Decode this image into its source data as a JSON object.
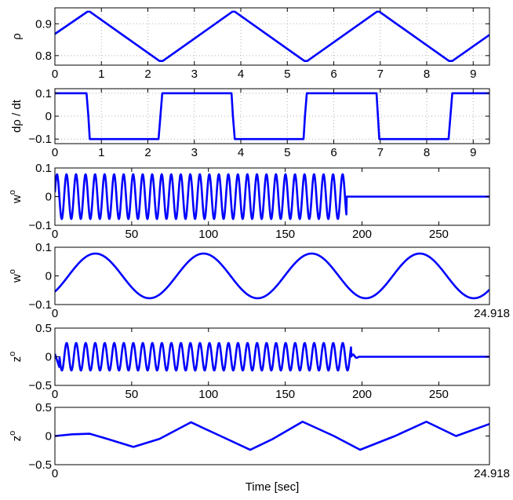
{
  "figure": {
    "xlabel": "Time [sec]",
    "line_color": "#0000ff"
  },
  "chart_data": [
    {
      "type": "line",
      "title": "",
      "ylabel": "ρ",
      "xlabel": "",
      "xlim": [
        0,
        9.35
      ],
      "ylim": [
        0.77,
        0.95
      ],
      "xticks": [
        0,
        1,
        2,
        3,
        4,
        5,
        6,
        7,
        8,
        9
      ],
      "xtick_labels": [
        "0",
        "1",
        "2",
        "3",
        "4",
        "5",
        "6",
        "7",
        "8",
        "9"
      ],
      "yticks": [
        0.8,
        0.9
      ],
      "ytick_labels": [
        "0.8",
        "0.9"
      ],
      "grid": true,
      "series": [
        {
          "name": "rho",
          "x": [
            0,
            0.7,
            0.75,
            2.25,
            2.32,
            3.82,
            3.87,
            5.37,
            5.43,
            6.93,
            6.98,
            8.48,
            8.55,
            9.35
          ],
          "y": [
            0.868,
            0.938,
            0.938,
            0.783,
            0.783,
            0.938,
            0.938,
            0.783,
            0.783,
            0.938,
            0.938,
            0.783,
            0.783,
            0.865
          ]
        }
      ]
    },
    {
      "type": "line",
      "title": "",
      "ylabel": "dρ / dt",
      "xlabel": "",
      "xlim": [
        0,
        9.35
      ],
      "ylim": [
        -0.12,
        0.12
      ],
      "xticks": [
        0,
        1,
        2,
        3,
        4,
        5,
        6,
        7,
        8,
        9
      ],
      "xtick_labels": [
        "0",
        "1",
        "2",
        "3",
        "4",
        "5",
        "6",
        "7",
        "8",
        "9"
      ],
      "yticks": [
        -0.1,
        0,
        0.1
      ],
      "ytick_labels": [
        "−0.1",
        "0",
        "0.1"
      ],
      "grid": true,
      "series": [
        {
          "name": "drho_dt",
          "x": [
            0,
            0.68,
            0.72,
            0.72,
            0.75,
            0.75,
            2.23,
            2.27,
            2.27,
            2.31,
            2.31,
            3.8,
            3.83,
            3.83,
            3.87,
            3.87,
            5.35,
            5.38,
            5.38,
            5.42,
            5.42,
            6.92,
            6.95,
            6.95,
            6.98,
            6.98,
            8.47,
            8.51,
            8.51,
            8.55,
            8.55,
            9.35
          ],
          "y": [
            0.1,
            0.1,
            0.0,
            0.0,
            -0.1,
            -0.1,
            -0.1,
            0.0,
            0.0,
            0.1,
            0.1,
            0.1,
            0.0,
            0.0,
            -0.1,
            -0.1,
            -0.1,
            0.0,
            0.0,
            0.1,
            0.1,
            0.1,
            0.0,
            0.0,
            -0.1,
            -0.1,
            -0.1,
            0.0,
            0.0,
            0.1,
            0.1,
            0.1
          ]
        }
      ]
    },
    {
      "type": "line",
      "title": "",
      "ylabel": "w°",
      "xlabel": "",
      "xlim": [
        0,
        283
      ],
      "ylim": [
        -0.1,
        0.1
      ],
      "xticks": [
        0,
        50,
        100,
        150,
        200,
        250
      ],
      "xtick_labels": [
        "0",
        "50",
        "100",
        "150",
        "200",
        "250"
      ],
      "yticks": [
        -0.1,
        0,
        0.1
      ],
      "ytick_labels": [
        "−0.1",
        "0",
        "0.1"
      ],
      "grid": false,
      "series": [
        {
          "name": "w_full",
          "description": "sinusoid amplitude ~0.078, period ~6.2 s from t=0 to t~190, then constant 0 until 283",
          "amplitude": 0.078,
          "period": 6.2,
          "active_until": 190,
          "hold_value": 0.0
        }
      ]
    },
    {
      "type": "line",
      "title": "",
      "ylabel": "w°",
      "xlabel": "",
      "xlim": [
        0,
        24.918
      ],
      "ylim": [
        -0.1,
        0.1
      ],
      "xticks": [
        0,
        24.918
      ],
      "xtick_labels": [
        "0",
        "24.918"
      ],
      "yticks": [
        -0.1,
        0,
        0.1
      ],
      "ytick_labels": [
        "−0.1",
        "0",
        "0.1"
      ],
      "grid": false,
      "series": [
        {
          "name": "w_zoom",
          "description": "sinusoid amplitude ~0.078, period ~6.2 s, starting at ~-0.055",
          "amplitude": 0.078,
          "period": 6.2,
          "start_value": -0.055
        }
      ]
    },
    {
      "type": "line",
      "title": "",
      "ylabel": "z°",
      "xlabel": "",
      "xlim": [
        0,
        283
      ],
      "ylim": [
        -0.5,
        0.5
      ],
      "xticks": [
        0,
        50,
        100,
        150,
        200,
        250
      ],
      "xtick_labels": [
        "0",
        "50",
        "100",
        "150",
        "200",
        "250"
      ],
      "yticks": [
        -0.5,
        0,
        0.5
      ],
      "ytick_labels": [
        "−0.5",
        "0",
        "0.5"
      ],
      "grid": false,
      "series": [
        {
          "name": "z_full",
          "description": "sinusoid amplitude ~0.24, period ~6.2 s from t=0 to t~193, small decaying wiggle to ~197, then constant ~0",
          "amplitude": 0.24,
          "period": 6.2,
          "active_until": 193,
          "hold_value": 0.0
        }
      ]
    },
    {
      "type": "line",
      "title": "",
      "ylabel": "z°",
      "xlabel": "Time [sec]",
      "xlim": [
        0,
        24.918
      ],
      "ylim": [
        -0.5,
        0.5
      ],
      "xticks": [
        0,
        24.918
      ],
      "xtick_labels": [
        "0",
        "24.918"
      ],
      "yticks": [
        -0.5,
        0,
        0.5
      ],
      "ytick_labels": [
        "−0.5",
        "0",
        "0.5"
      ],
      "grid": false,
      "series": [
        {
          "name": "z_zoom",
          "description": "starts at 0, small bump 0.04 at t~2, dip -0.19 at t~4.5, then sinusoid amplitude ~0.24 period ~6.2",
          "x": [
            0,
            1,
            2,
            3,
            4.5,
            6,
            7.8,
            9.5,
            11.2,
            12.5,
            14.2,
            16,
            17.5,
            19.5,
            21.3,
            23,
            24.918
          ],
          "y": [
            0.0,
            0.03,
            0.04,
            -0.05,
            -0.19,
            -0.05,
            0.24,
            0.0,
            -0.24,
            -0.05,
            0.25,
            0.0,
            -0.24,
            0.0,
            0.25,
            0.0,
            0.21
          ]
        }
      ]
    }
  ]
}
